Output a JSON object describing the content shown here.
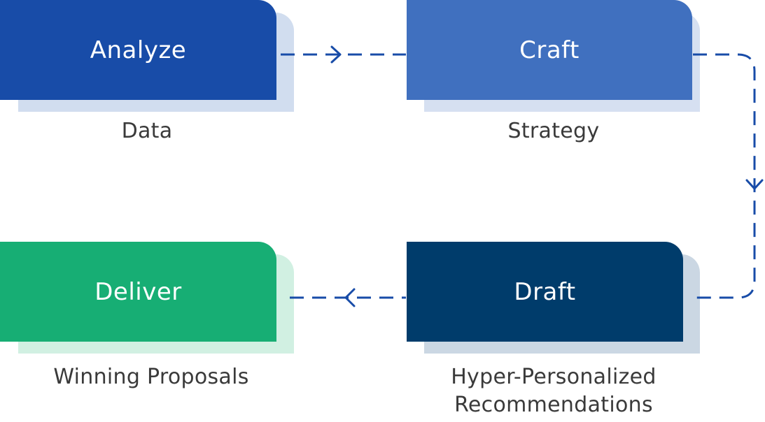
{
  "steps": {
    "analyze": {
      "label": "Analyze",
      "caption": "Data",
      "color": "#184ca8",
      "shadow_color": "#d1ddef"
    },
    "craft": {
      "label": "Craft",
      "caption": "Strategy",
      "color": "#4070bf",
      "shadow_color": "#d6e0f1"
    },
    "draft": {
      "label": "Draft",
      "caption_line1": "Hyper-Personalized",
      "caption_line2": "Recommendations",
      "color": "#003c6b",
      "shadow_color": "#cbd7e3"
    },
    "deliver": {
      "label": "Deliver",
      "caption": "Winning Proposals",
      "color": "#17ae74",
      "shadow_color": "#d1f0e2"
    }
  },
  "connector_color": "#184ca8"
}
